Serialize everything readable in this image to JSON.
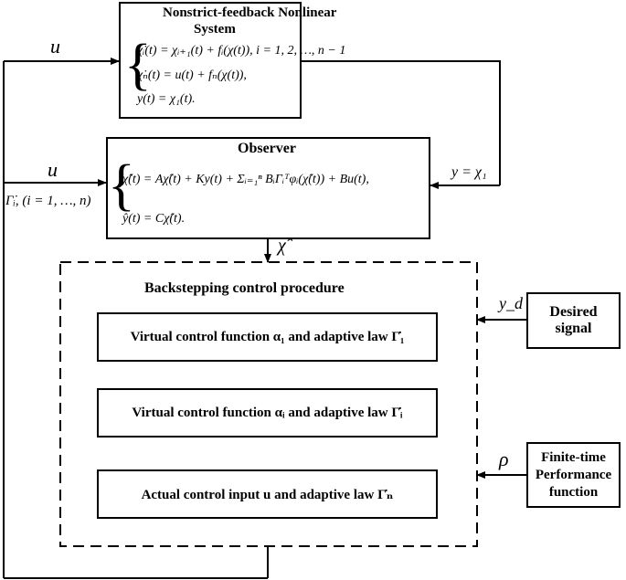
{
  "system": {
    "title_line1": "Nonstrict-feedback Nonlinear",
    "title_line2": "System",
    "eq1": "χ̇ᵢ(t) = χᵢ₊₁(t) + fᵢ(χ(t)),  i = 1, 2, …, n − 1",
    "eq2": "χ̇ₙ(t) = u(t) + fₙ(χ(t)),",
    "eq3": "y(t) = χ₁(t)."
  },
  "observer": {
    "title": "Observer",
    "eq1": "χ̂̇(t) = Aχ̂(t) + Ky(t) + Σᵢ₌₁ⁿ BᵢΓᵢᵀφᵢ(χ̂(t)) + Bu(t),",
    "eq2": "ŷ(t) = Cχ̂(t)."
  },
  "signals": {
    "u_top": "u",
    "u_observer": "u",
    "gamma_dot": "Γ̇ᵢ,  (i = 1, …, n)",
    "y_eq": "y = χ₁",
    "chi_hat": "χ̂",
    "yd": "y_d",
    "rho": "ρ"
  },
  "backstepping": {
    "title": "Backstepping control procedure",
    "step1": "Virtual control function α₁ and  adaptive law Γ̇₁",
    "step2": "Virtual control function αᵢ and  adaptive law Γ̇ᵢ",
    "step3": "Actual control input u and  adaptive law Γ̇ₙ"
  },
  "desired": {
    "line1": "Desired",
    "line2": "signal"
  },
  "performance": {
    "line1": "Finite-time",
    "line2": "Performance",
    "line3": "function"
  }
}
